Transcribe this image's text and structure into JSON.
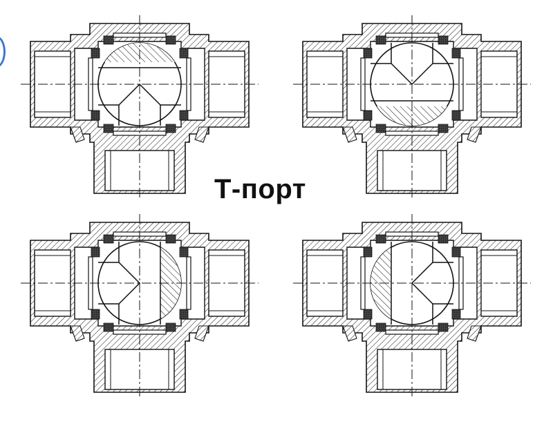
{
  "caption": "Т-порт",
  "colors": {
    "line": "#111111",
    "hatch": "#222222",
    "seal": "#333333",
    "background": "#ffffff",
    "edge_mark": "#3a78c8"
  },
  "valves": [
    {
      "id": "top-left",
      "ball_hatch": "top",
      "t_bore": "down-left-right"
    },
    {
      "id": "top-right",
      "ball_hatch": "bottom",
      "t_bore": "up-left-right"
    },
    {
      "id": "bottom-left",
      "ball_hatch": "right",
      "t_bore": "up-down-left"
    },
    {
      "id": "bottom-right",
      "ball_hatch": "left",
      "t_bore": "up-down-right"
    }
  ]
}
